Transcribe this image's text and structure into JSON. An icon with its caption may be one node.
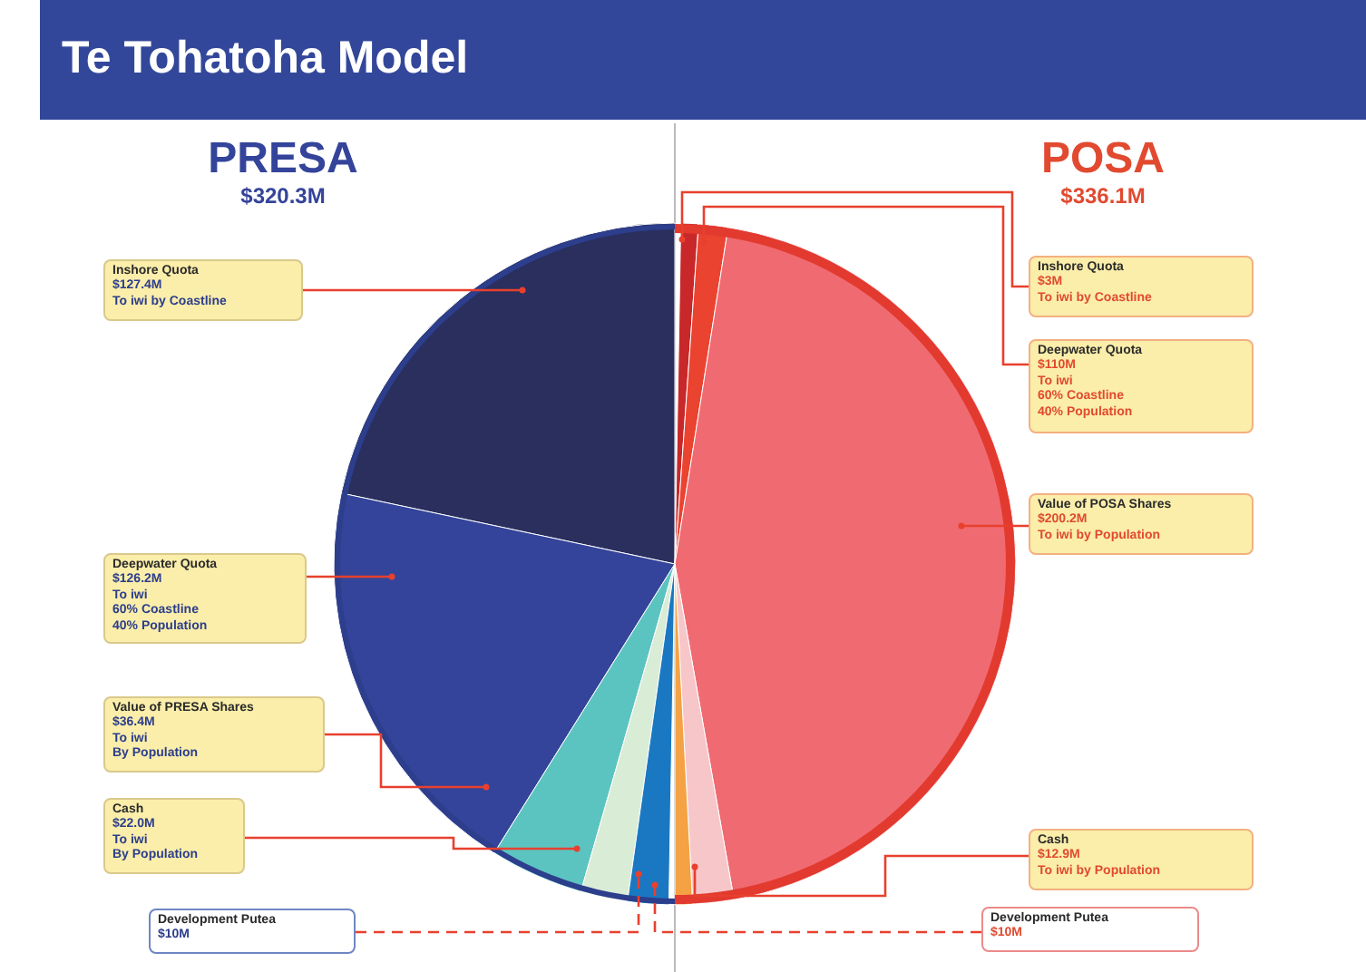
{
  "diagram": {
    "title": "Te Tohatoha Model",
    "nodes": [
      {
        "text": [
          "Inshore Quota",
          "$127.4M",
          "To iwi by Coastline"
        ]
      },
      {
        "text": [
          "Deepwater Quota",
          "$126.2M",
          "To iwi",
          "60% Coastline",
          "40% Population"
        ]
      },
      {
        "text": [
          "Value of PRESA Shares",
          "$36.4M",
          "To iwi",
          "By Population"
        ]
      },
      {
        "text": [
          "Cash",
          "$22.0M",
          "To iwi",
          "By Population"
        ]
      },
      {
        "text": [
          "Development Putea",
          "$10M"
        ]
      },
      {
        "text": [
          "Inshore Quota",
          "$3M",
          "To iwi by Coastline"
        ]
      },
      {
        "text": [
          "Deepwater Quota",
          "$110M",
          "To iwi",
          "60% Coastline",
          "40% Population"
        ]
      },
      {
        "text": [
          "Value of POSA Shares",
          "$200.2M",
          "To iwi by Population"
        ]
      },
      {
        "text": [
          "Cash",
          "$12.9M",
          "To iwi by Population"
        ]
      },
      {
        "text": [
          "Development Putea",
          "$10M"
        ]
      },
      {
        "text": [],
        "shape": "wedge"
      },
      {
        "text": [],
        "shape": "wedge"
      },
      {
        "text": [],
        "shape": "wedge"
      },
      {
        "text": [],
        "shape": "wedge"
      },
      {
        "text": [],
        "shape": "wedge"
      },
      {
        "text": [],
        "shape": "wedge"
      },
      {
        "text": [],
        "shape": "wedge"
      },
      {
        "text": [],
        "shape": "wedge"
      },
      {
        "text": [],
        "shape": "wedge"
      },
      {
        "text": [],
        "shape": "wedge"
      }
    ],
    "edges": [
      {
        "from": 0,
        "to": 10,
        "arrow": "other"
      },
      {
        "from": 1,
        "to": 11,
        "arrow": "other"
      },
      {
        "from": 2,
        "to": 12,
        "arrow": "other"
      },
      {
        "from": 3,
        "to": 13,
        "arrow": "other"
      },
      {
        "from": 4,
        "to": 14,
        "arrow": "other",
        "style": "dashed"
      },
      {
        "from": 5,
        "to": 15,
        "arrow": "other"
      },
      {
        "from": 6,
        "to": 16,
        "arrow": "other"
      },
      {
        "from": 7,
        "to": 17,
        "arrow": "other"
      },
      {
        "from": 8,
        "to": 18,
        "arrow": "other"
      },
      {
        "from": 9,
        "to": 19,
        "arrow": "other",
        "style": "dashed"
      }
    ],
    "labels": [
      "PRESA",
      "$320.3M",
      "POSA",
      "$336.1M"
    ]
  }
}
